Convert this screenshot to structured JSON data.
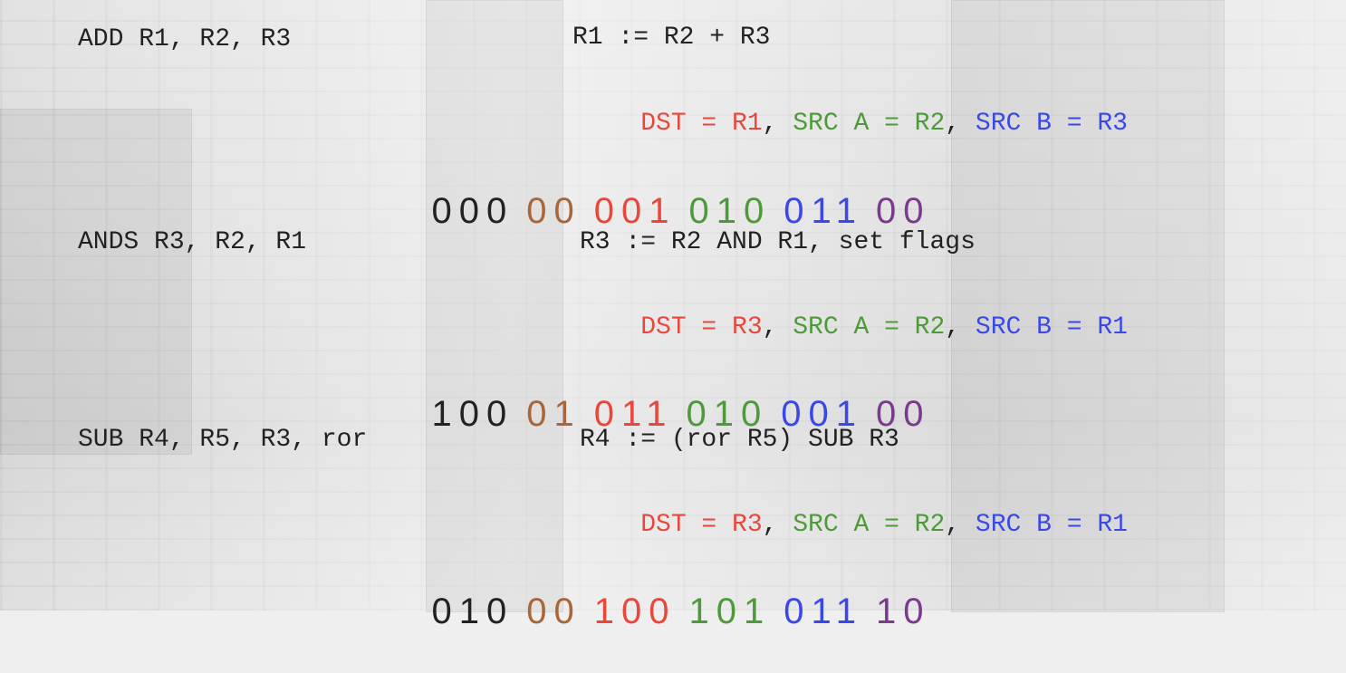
{
  "colors": {
    "text": "#222222",
    "dst": "#e8483c",
    "src_a": "#4e9a3a",
    "src_b": "#3a48e8",
    "field_brown": "#a8663a",
    "field_purple": "#7a3a8e"
  },
  "instructions": [
    {
      "asm": "ADD R1, R2, R3",
      "desc": "R1 := R2 + R3",
      "dst": "DST = R1",
      "sep1": ", ",
      "src_a": "SRC A = R2",
      "sep2": ", ",
      "src_b": "SRC B = R3",
      "bits": {
        "op": "000",
        "f1": "00",
        "dst": "001",
        "src_a": "010",
        "src_b": "011",
        "f2": "00"
      }
    },
    {
      "asm": "ANDS R3, R2, R1",
      "desc": "R3 := R2 AND R1, set flags",
      "dst": "DST = R3",
      "sep1": ", ",
      "src_a": "SRC A = R2",
      "sep2": ", ",
      "src_b": "SRC B = R1",
      "bits": {
        "op": "100",
        "f1": "01",
        "dst": "011",
        "src_a": "010",
        "src_b": "001",
        "f2": "00"
      }
    },
    {
      "asm": "SUB R4, R5, R3, ror",
      "desc": "R4 := (ror R5) SUB R3",
      "dst": "DST = R3",
      "sep1": ", ",
      "src_a": "SRC A = R2",
      "sep2": ", ",
      "src_b": "SRC B = R1",
      "bits": {
        "op": "010",
        "f1": "00",
        "dst": "100",
        "src_a": "101",
        "src_b": "011",
        "f2": "10"
      }
    }
  ]
}
